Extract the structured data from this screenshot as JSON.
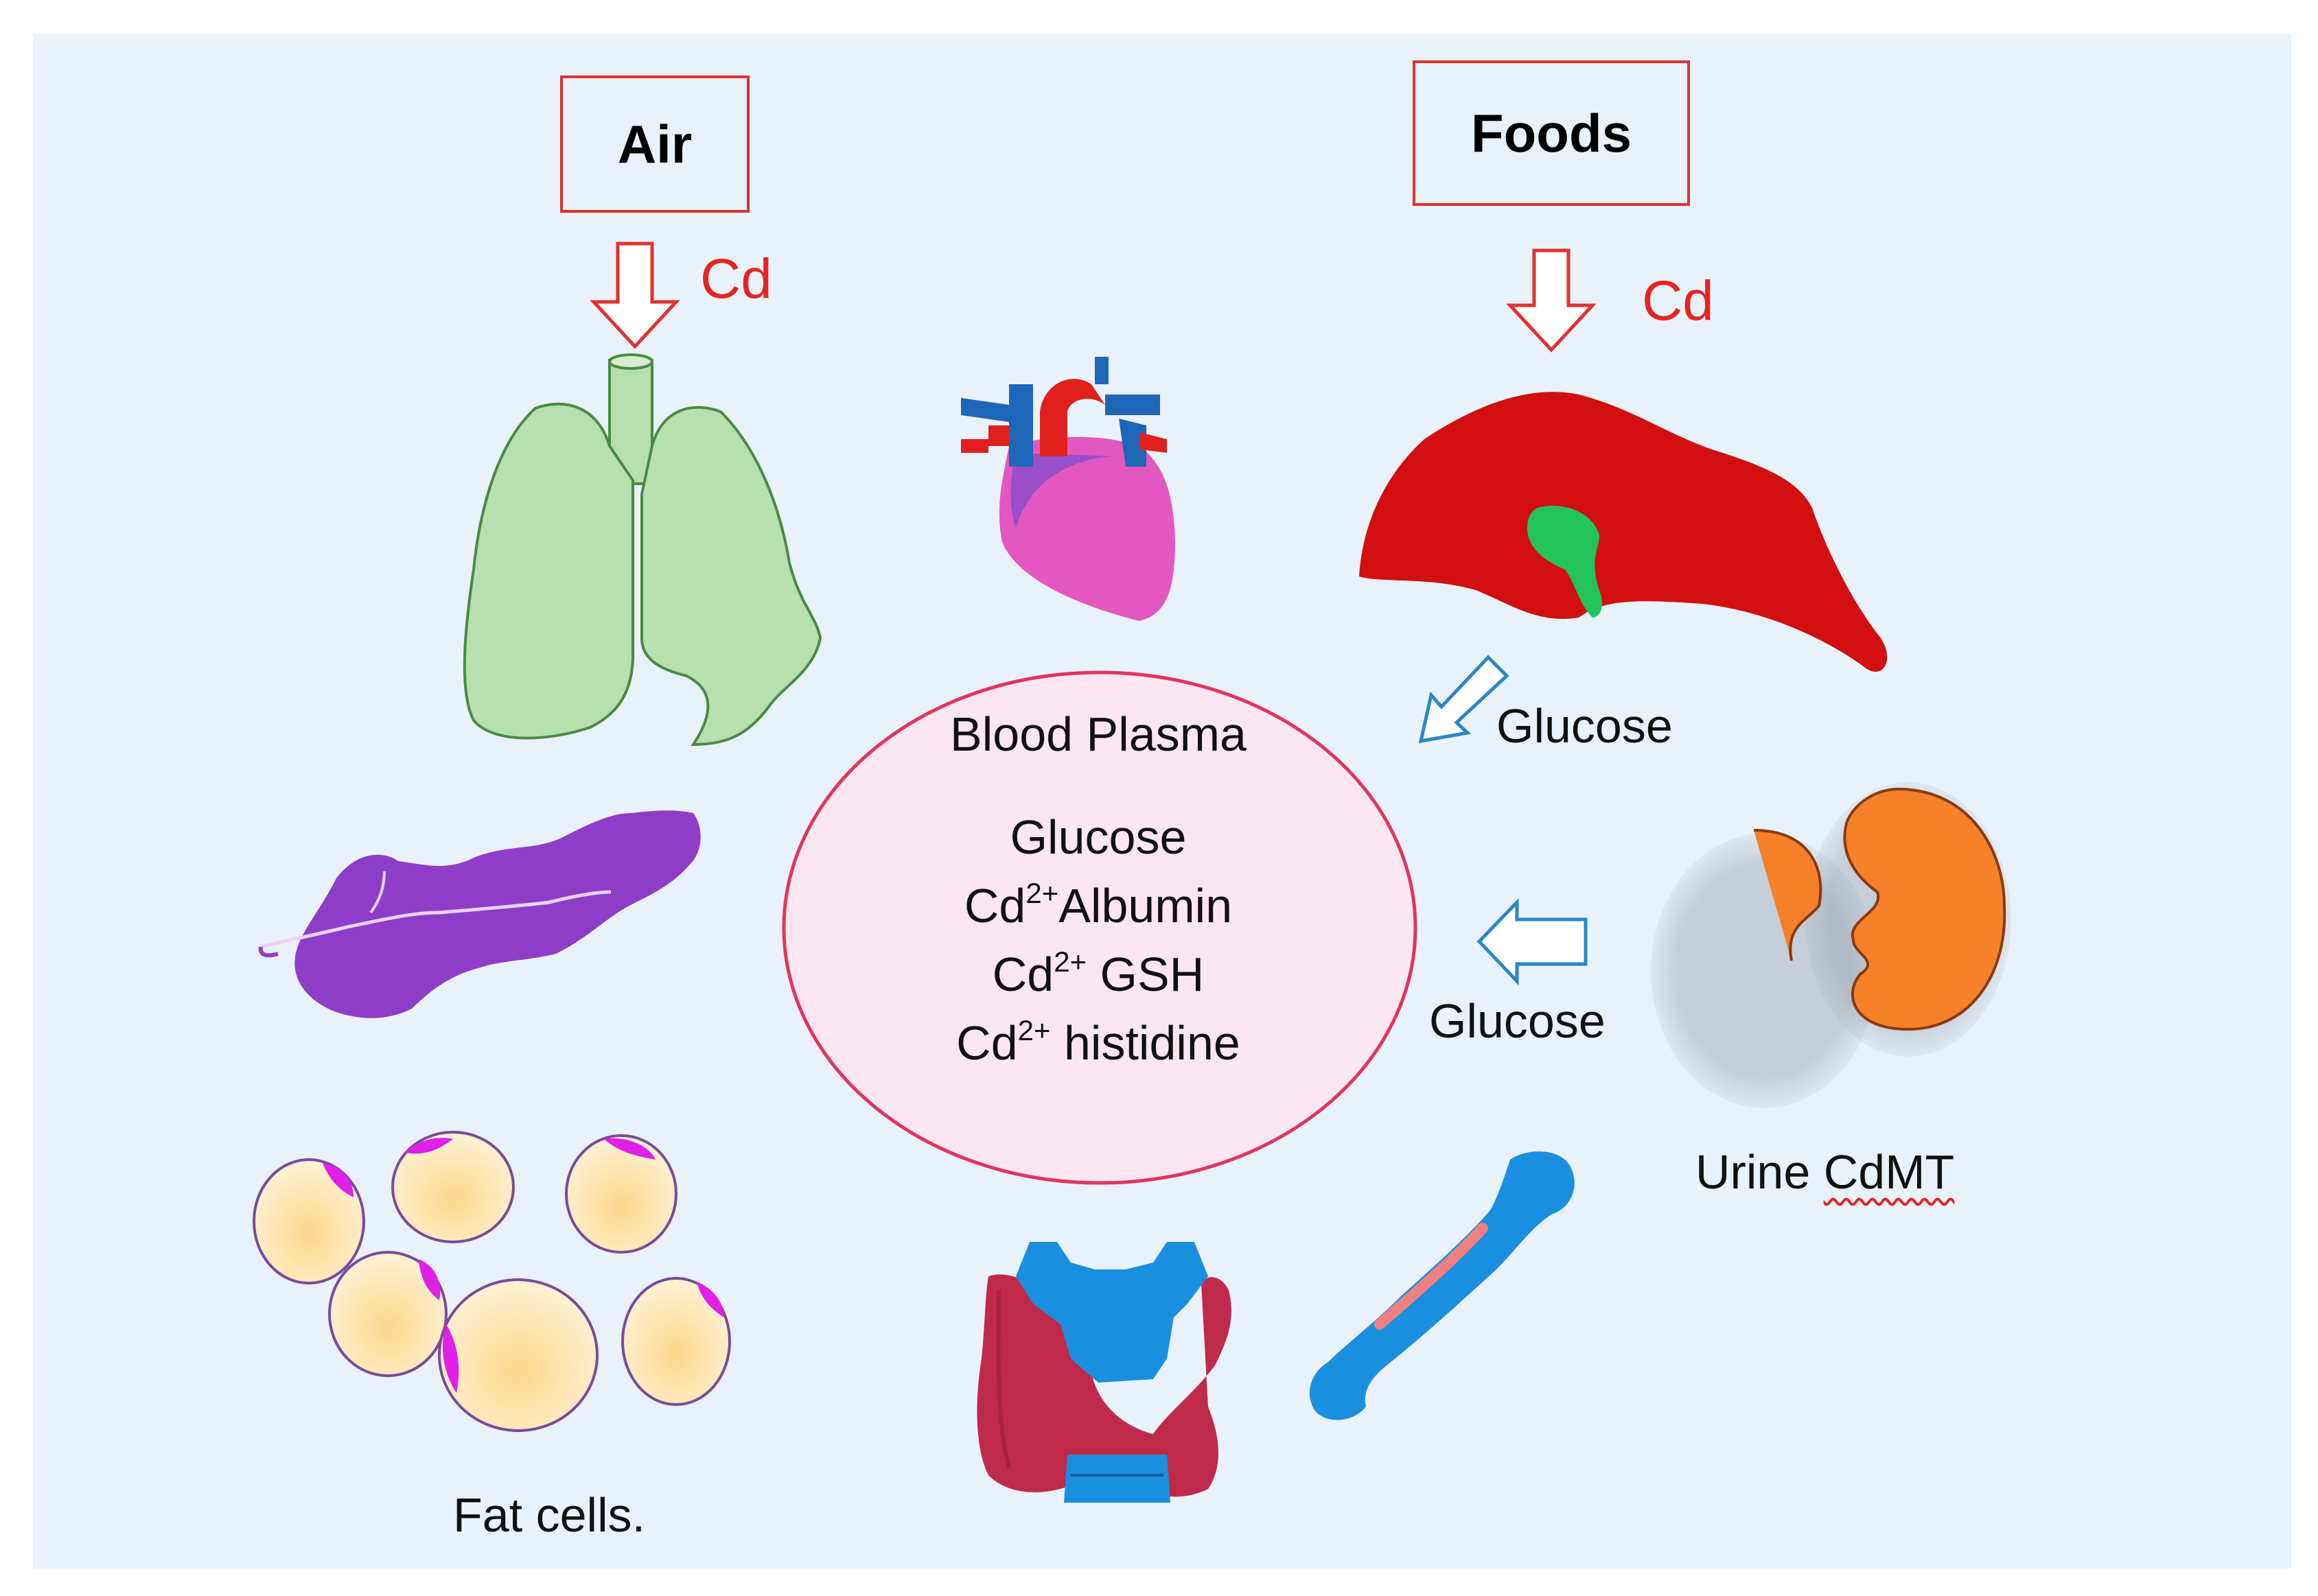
{
  "colors": {
    "panel_bg": "#e9f2fa",
    "source_box_border": "#e0322f",
    "cd_text": "#e52421",
    "lung": "#b8dfb0",
    "liver": "#d10f10",
    "gallbladder": "#22c35a",
    "pancreas": "#8e3dc8",
    "kidney": "#f5812b",
    "fat_cell": "#fbd98f",
    "fat_nucleus": "#e020e6",
    "heart": "#e358c0",
    "bone": "#1a8fe0",
    "thyroid": "#c02a4a",
    "plasma_fill": "#fbe6f2",
    "plasma_border": "#e0355d",
    "arrow_outline_blue": "#2a86c8"
  },
  "sources": {
    "air": {
      "label": "Air",
      "cd_label": "Cd"
    },
    "foods": {
      "label": "Foods",
      "cd_label": "Cd"
    }
  },
  "plasma": {
    "title": "Blood Plasma",
    "glucose": "Glucose",
    "lines": [
      {
        "prefix": "Cd",
        "sup": "2+",
        "suffix": "Albumin"
      },
      {
        "prefix": "Cd",
        "sup": "2+",
        "suffix": " GSH"
      },
      {
        "prefix": "Cd",
        "sup": "2+",
        "suffix": " histidine"
      }
    ]
  },
  "flows": {
    "liver_glucose": "Glucose",
    "kidney_glucose": "Glucose"
  },
  "labels": {
    "urine_prefix": "Urine ",
    "urine_underlined": "CdMT",
    "fat_cells": "Fat cells."
  }
}
